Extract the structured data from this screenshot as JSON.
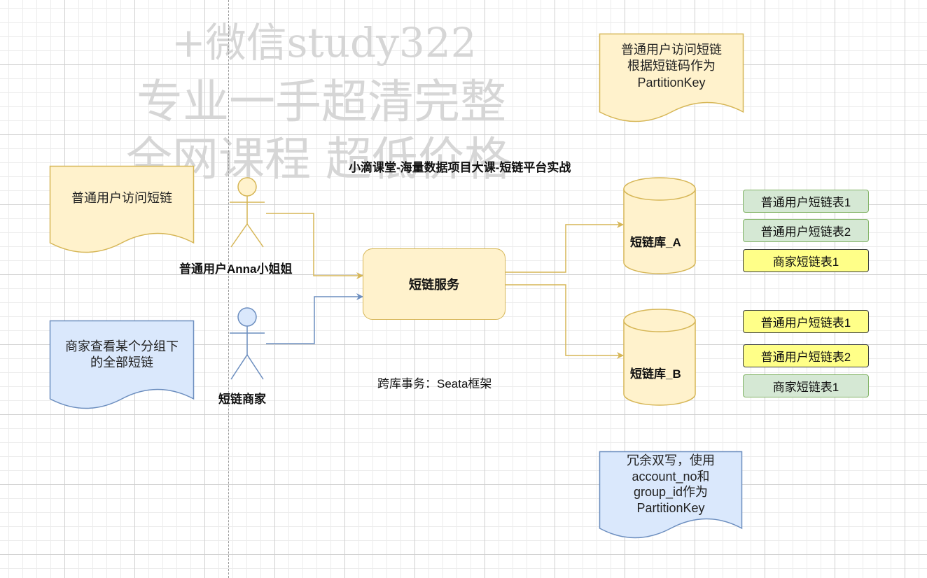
{
  "watermark": {
    "line1": "+微信study322",
    "line2": "专业一手超清完整",
    "line3": "全网课程 超低价格"
  },
  "title": "小滴课堂-海量数据项目大课-短链平台实战",
  "notes": {
    "top_right": "普通用户访问短链\n根据短链码作为\nPartitionKey",
    "left_user": "普通用户访问短链",
    "left_merchant": "商家查看某个分组下\n的全部短链",
    "bottom_right": "冗余双写，使用\naccount_no和\ngroup_id作为\nPartitionKey"
  },
  "actors": {
    "user": "普通用户Anna小姐姐",
    "merchant": "短链商家"
  },
  "service": {
    "label": "短链服务"
  },
  "transaction": "跨库事务：Seata框架",
  "databases": {
    "a": {
      "label": "短链库_A",
      "tables": [
        {
          "label": "普通用户短链表1",
          "style": "green"
        },
        {
          "label": "普通用户短链表2",
          "style": "green"
        },
        {
          "label": "商家短链表1",
          "style": "yellow"
        }
      ]
    },
    "b": {
      "label": "短链库_B",
      "tables": [
        {
          "label": "普通用户短链表1",
          "style": "yellow"
        },
        {
          "label": "普通用户短链表2",
          "style": "yellow"
        },
        {
          "label": "商家短链表1",
          "style": "green"
        }
      ]
    }
  },
  "colors": {
    "yellow_fill": "#fff2cc",
    "yellow_stroke": "#d6b656",
    "blue_fill": "#dae8fc",
    "blue_stroke": "#6c8ebf",
    "green_fill": "#d5e8d4",
    "green_stroke": "#82b366",
    "note_yellow": "#ffff88"
  }
}
